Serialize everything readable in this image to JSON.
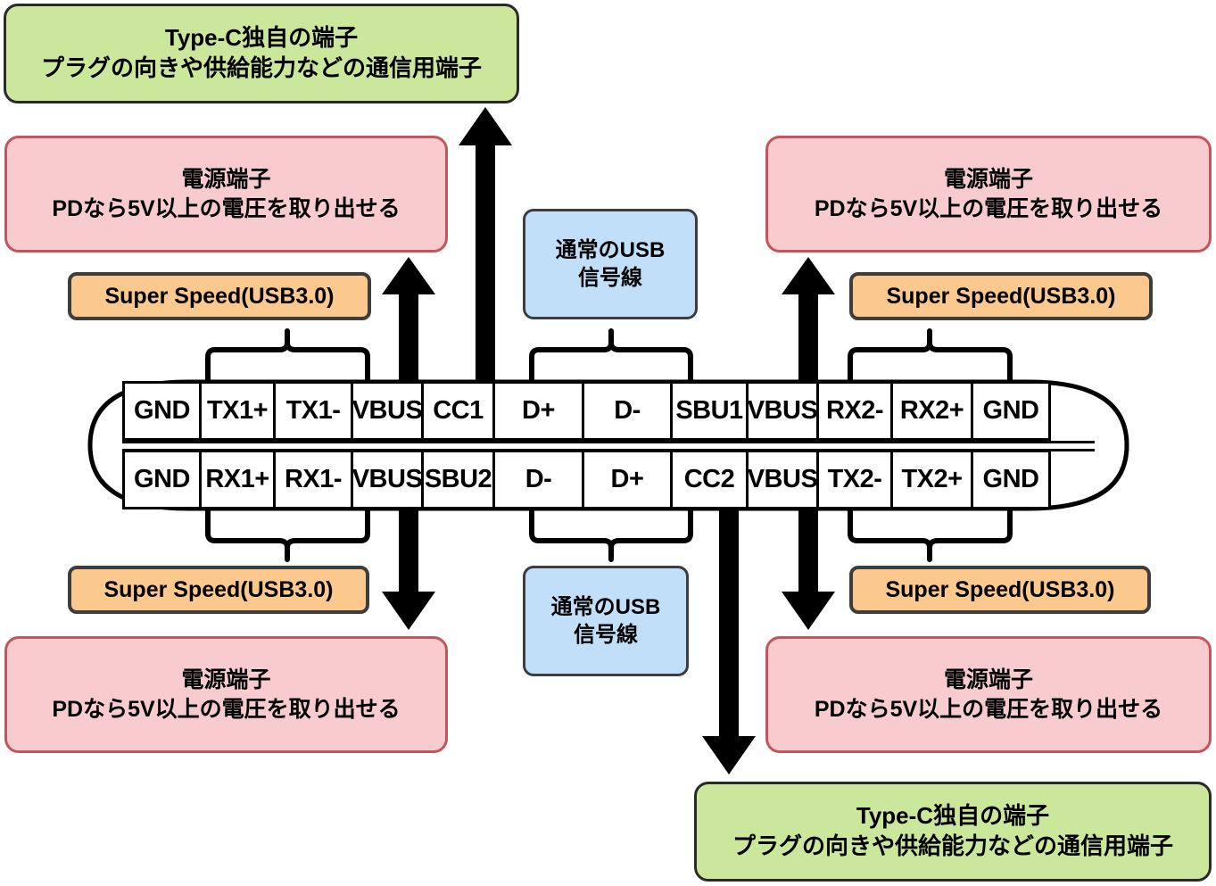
{
  "diagram": {
    "title": "USB Type-C pin assignment diagram",
    "colors": {
      "green_fill": "#cbe79b",
      "green_border": "#2a2a2a",
      "pink_fill": "#f8ccce",
      "pink_border": "#c4555c",
      "orange_fill": "#fbc98e",
      "orange_border": "#3d3d3d",
      "blue_fill": "#c2dffa",
      "blue_border": "#3d3d3d",
      "arrow": "#000000",
      "pin_border": "#000000",
      "background": "#ffffff"
    }
  },
  "connector": {
    "top_row": [
      {
        "label": "GND"
      },
      {
        "label": "TX1+"
      },
      {
        "label": "TX1-"
      },
      {
        "label": "VBUS"
      },
      {
        "label": "CC1"
      },
      {
        "label": "D+"
      },
      {
        "label": "D-"
      },
      {
        "label": "SBU1"
      },
      {
        "label": "VBUS"
      },
      {
        "label": "RX2-"
      },
      {
        "label": "RX2+"
      },
      {
        "label": "GND"
      }
    ],
    "bottom_row": [
      {
        "label": "GND"
      },
      {
        "label": "RX1+"
      },
      {
        "label": "RX1-"
      },
      {
        "label": "VBUS"
      },
      {
        "label": "SBU2"
      },
      {
        "label": "D-"
      },
      {
        "label": "D+"
      },
      {
        "label": "CC2"
      },
      {
        "label": "VBUS"
      },
      {
        "label": "TX2-"
      },
      {
        "label": "TX2+"
      },
      {
        "label": "GND"
      }
    ]
  },
  "callouts": {
    "type_c_top": "Type-C独自の端子\nプラグの向きや供給能力などの通信用端子",
    "type_c_bottom": "Type-C独自の端子\nプラグの向きや供給能力などの通信用端子",
    "power_top_left": "電源端子\nPDなら5V以上の電圧を取り出せる",
    "power_top_right": "電源端子\nPDなら5V以上の電圧を取り出せる",
    "power_bottom_left": "電源端子\nPDなら5V以上の電圧を取り出せる",
    "power_bottom_right": "電源端子\nPDなら5V以上の電圧を取り出せる",
    "superspeed_top_left": "Super Speed(USB3.0)",
    "superspeed_top_right": "Super Speed(USB3.0)",
    "superspeed_bottom_left": "Super Speed(USB3.0)",
    "superspeed_bottom_right": "Super Speed(USB3.0)",
    "usb_signal_top": "通常のUSB\n信号線",
    "usb_signal_bottom": "通常のUSB\n信号線"
  }
}
